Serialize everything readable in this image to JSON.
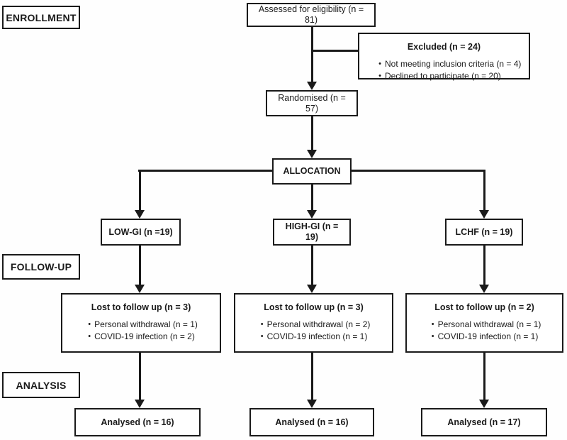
{
  "diagram_type": "consort-flow-diagram",
  "colors": {
    "line": "#1a1a1a",
    "box_border": "#1a1a1a",
    "background": "#ffffff",
    "text": "#1a1a1a"
  },
  "stages": {
    "enrollment": "ENROLLMENT",
    "followup": "FOLLOW-UP",
    "analysis": "ANALYSIS"
  },
  "enrollment": {
    "assessed": "Assessed for eligibility (n = 81)",
    "excluded": {
      "title": "Excluded (n = 24)",
      "reasons": [
        "Not meeting inclusion criteria (n = 4)",
        "Declined to participate (n = 20)"
      ]
    },
    "randomised": "Randomised (n = 57)",
    "allocation_label": "ALLOCATION"
  },
  "arms": [
    {
      "allocation": "LOW-GI (n =19)",
      "lost": {
        "title": "Lost to follow up (n = 3)",
        "reasons": [
          "Personal withdrawal (n = 1)",
          "COVID-19 infection (n = 2)"
        ]
      },
      "analysed": "Analysed (n = 16)"
    },
    {
      "allocation": "HIGH-GI (n = 19)",
      "lost": {
        "title": "Lost to follow up (n = 3)",
        "reasons": [
          "Personal withdrawal (n = 2)",
          "COVID-19 infection (n = 1)"
        ]
      },
      "analysed": "Analysed (n = 16)"
    },
    {
      "allocation": "LCHF (n = 19)",
      "lost": {
        "title": "Lost to follow up (n = 2)",
        "reasons": [
          "Personal withdrawal (n = 1)",
          "COVID-19 infection (n = 1)"
        ]
      },
      "analysed": "Analysed (n = 17)"
    }
  ],
  "bullet_glyph": "•"
}
